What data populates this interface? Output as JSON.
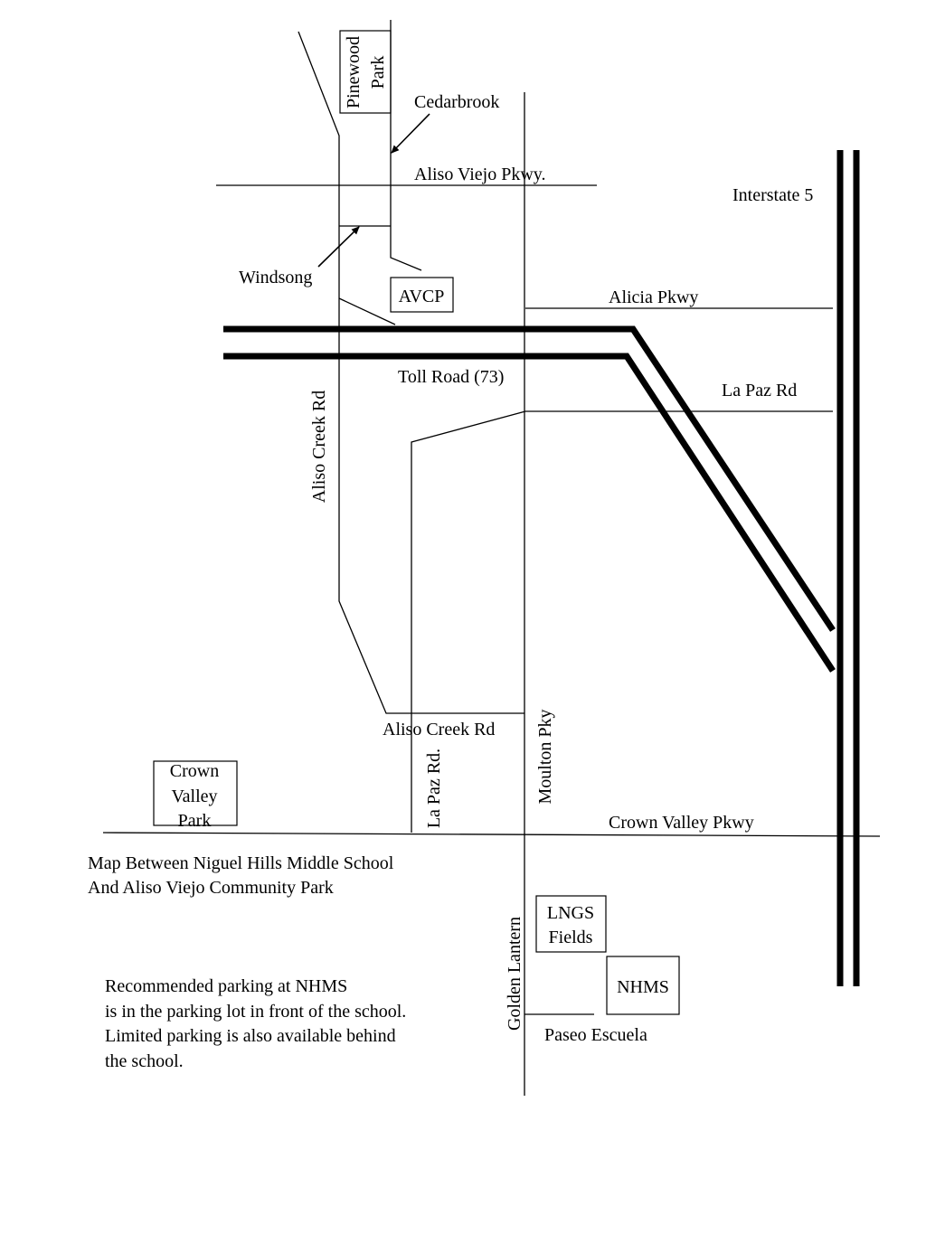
{
  "map": {
    "streets": {
      "aliso_viejo_pkwy": "Aliso Viejo Pkwy.",
      "interstate_5": "Interstate 5",
      "alicia_pkwy": "Alicia Pkwy",
      "toll_road": "Toll Road (73)",
      "la_paz_rd_east": "La Paz Rd",
      "aliso_creek_rd_vertical": "Aliso Creek Rd",
      "aliso_creek_rd_horizontal": "Aliso Creek Rd",
      "la_paz_rd_vertical": "La Paz Rd.",
      "moulton_pky": "Moulton Pky",
      "crown_valley_pkwy": "Crown Valley Pkwy",
      "golden_lantern": "Golden Lantern",
      "paseo_escuela": "Paseo Escuela",
      "cedarbrook": "Cedarbrook",
      "windsong": "Windsong"
    },
    "places": {
      "pinewood_park": [
        "Pinewood",
        "Park"
      ],
      "avcp": "AVCP",
      "crown_valley_park": [
        "Crown",
        "Valley",
        "Park"
      ],
      "lngs_fields": [
        "LNGS",
        "Fields"
      ],
      "nhms": "NHMS"
    },
    "caption": [
      "Map Between Niguel Hills Middle School",
      "And Aliso Viejo Community Park"
    ],
    "parking_note": [
      "Recommended parking at NHMS",
      "is in the parking lot in front of the school.",
      "Limited parking is also available behind",
      "the school."
    ]
  }
}
